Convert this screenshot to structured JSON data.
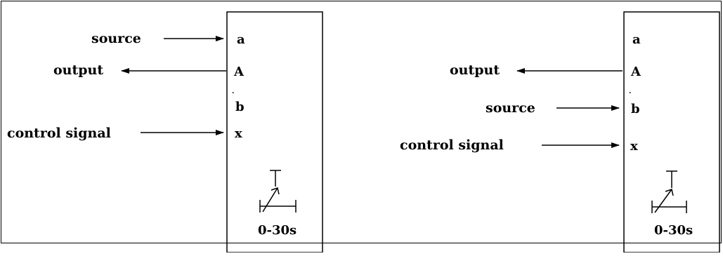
{
  "left_diagram": {
    "inputs": [
      {
        "label": "source",
        "pin": "a"
      },
      {
        "label": "control signal",
        "pin": "x"
      }
    ],
    "outputs": [
      {
        "label": "output",
        "pin": "A"
      }
    ],
    "other_pins": [
      "b"
    ],
    "timer_range": "0-30s"
  },
  "right_diagram": {
    "inputs": [
      {
        "label": "source",
        "pin": "b"
      },
      {
        "label": "control signal",
        "pin": "x"
      }
    ],
    "outputs": [
      {
        "label": "output",
        "pin": "A"
      }
    ],
    "other_pins": [
      "a"
    ],
    "timer_range": "0-30s"
  }
}
